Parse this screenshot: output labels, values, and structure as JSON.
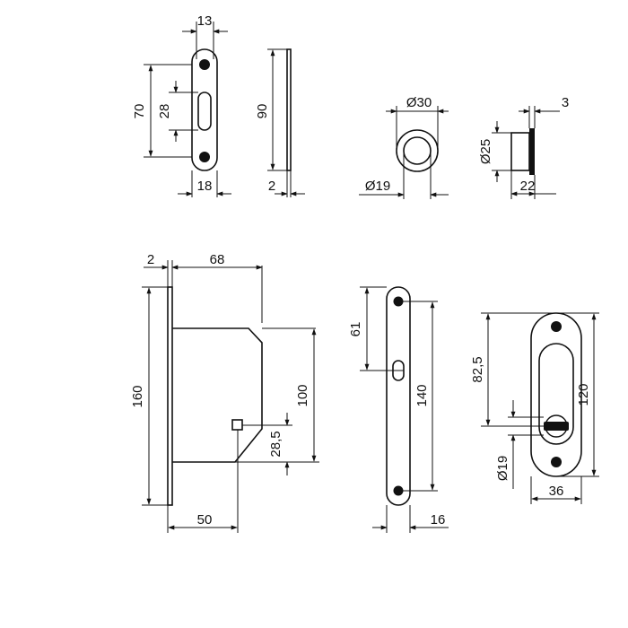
{
  "colors": {
    "line": "#111111",
    "background": "#ffffff"
  },
  "views": {
    "strike_plate": {
      "width": "13",
      "height": "70",
      "slot": "28",
      "plate_width": "18"
    },
    "strike_side": {
      "height": "90",
      "thickness": "2"
    },
    "flush_pull_front": {
      "outer": "Ø30",
      "inner": "Ø19"
    },
    "flush_pull_side": {
      "diameter": "Ø25",
      "flange": "3",
      "depth": "22"
    },
    "lock_body": {
      "faceplate": "2",
      "depth": "68",
      "height_faceplate": "160",
      "height_case": "100",
      "spindle_offset": "28,5",
      "backset": "50"
    },
    "faceplate_front": {
      "top_to_spindle": "61",
      "screw_spacing": "140",
      "width": "16"
    },
    "pull_rose": {
      "top_to_spindle": "82,5",
      "height": "120",
      "turn": "Ø19",
      "width": "36"
    }
  }
}
